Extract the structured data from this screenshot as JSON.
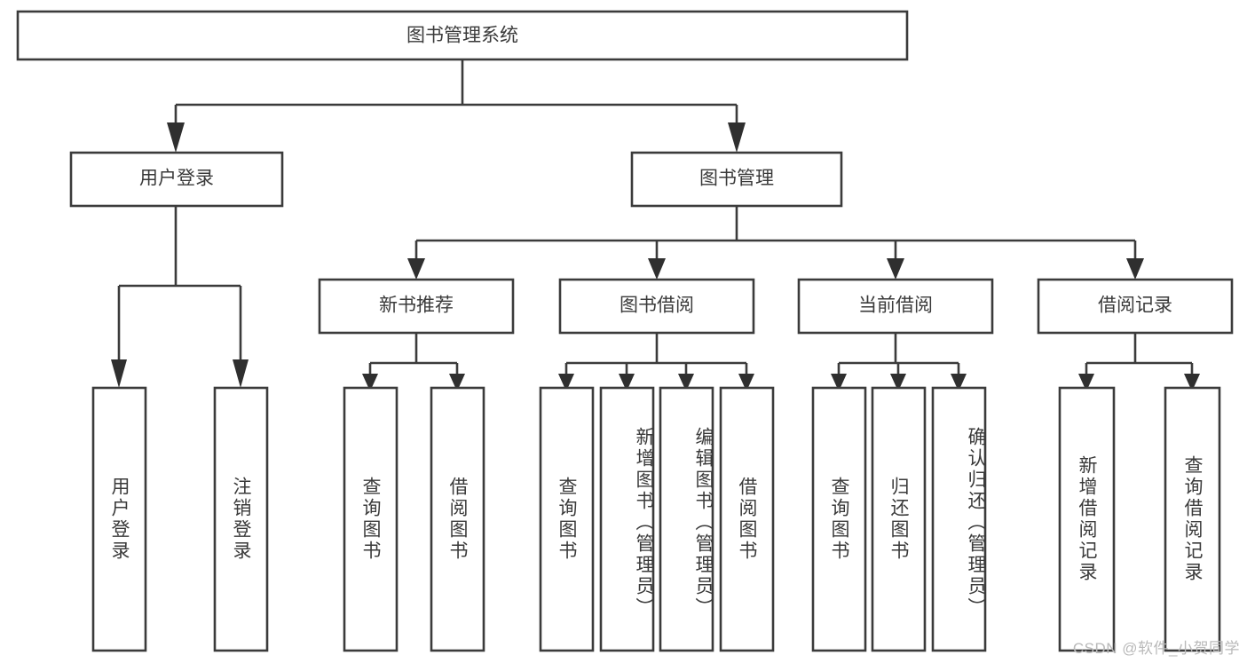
{
  "diagram": {
    "title": "图书管理系统",
    "type": "tree-hierarchy-diagram",
    "root": {
      "label": "图书管理系统"
    },
    "level1": [
      {
        "label": "用户登录"
      },
      {
        "label": "图书管理"
      }
    ],
    "level2": [
      {
        "label": "新书推荐"
      },
      {
        "label": "图书借阅"
      },
      {
        "label": "当前借阅"
      },
      {
        "label": "借阅记录"
      }
    ],
    "leaves": {
      "user_login": [
        {
          "label": "用户登录"
        },
        {
          "label": "注销登录"
        }
      ],
      "new_book_recommend": [
        {
          "label": "查询图书"
        },
        {
          "label": "借阅图书"
        }
      ],
      "book_borrow": [
        {
          "label": "查询图书"
        },
        {
          "label": "新增图书（管理员）"
        },
        {
          "label": "编辑图书（管理员）"
        },
        {
          "label": "借阅图书"
        }
      ],
      "current_borrow": [
        {
          "label": "查询图书"
        },
        {
          "label": "归还图书"
        },
        {
          "label": "确认归还（管理员）"
        }
      ],
      "borrow_record": [
        {
          "label": "新增借阅记录"
        },
        {
          "label": "查询借阅记录"
        }
      ]
    }
  },
  "watermark": {
    "text": "CSDN @软件_小贺同学"
  },
  "colors": {
    "box_border": "#3b3b3b",
    "text": "#3a3a3a",
    "arrow": "#2f2f2f",
    "background": "#ffffff",
    "watermark": "#b9b9b9"
  }
}
